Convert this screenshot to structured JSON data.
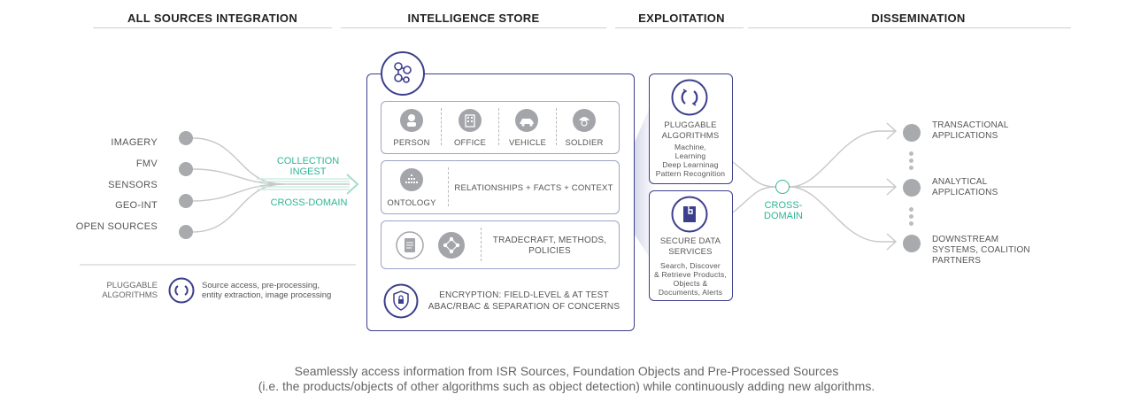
{
  "headers": {
    "sources": "ALL SOURCES INTEGRATION",
    "store": "INTELLIGENCE STORE",
    "exploitation": "EXPLOITATION",
    "dissemination": "DISSEMINATION"
  },
  "sources": [
    "IMAGERY",
    "FMV",
    "SENSORS",
    "GEO-INT",
    "OPEN SOURCES"
  ],
  "ingest": {
    "line1": "COLLECTION",
    "line2": "INGEST",
    "cross": "CROSS-DOMAIN"
  },
  "pluggable_left": {
    "label_line1": "PLUGGABLE",
    "label_line2": "ALGORITHMS",
    "desc_line1": "Source access, pre-processing,",
    "desc_line2": "entity extraction, image processing"
  },
  "store": {
    "entities": [
      "PERSON",
      "OFFICE",
      "VEHICLE",
      "SOLDIER"
    ],
    "ontology": "ONTOLOGY",
    "relationships": "RELATIONSHIPS + FACTS + CONTEXT",
    "tradecraft_line1": "TRADECRAFT, METHODS,",
    "tradecraft_line2": "POLICIES",
    "encryption_line1": "ENCRYPTION: FIELD-LEVEL & AT TEST",
    "encryption_line2": "ABAC/RBAC & SEPARATION OF CONCERNS"
  },
  "exploitation": {
    "algo_title1": "PLUGGABLE",
    "algo_title2": "ALGORITHMS",
    "algo_desc": [
      "Machine,",
      "Learning",
      "Deep Learninag",
      "Pattern Recognition"
    ],
    "data_title1": "SECURE DATA",
    "data_title2": "SERVICES",
    "data_desc": [
      "Search, Discover",
      "& Retrieve Products,",
      "Objects &",
      "Documents, Alerts"
    ]
  },
  "cross_domain_right": {
    "line1": "CROSS-",
    "line2": "DOMAIN"
  },
  "dissemination": [
    {
      "line1": "TRANSACTIONAL",
      "line2": "APPLICATIONS",
      "line3": ""
    },
    {
      "line1": "ANALYTICAL",
      "line2": "APPLICATIONS",
      "line3": ""
    },
    {
      "line1": "DOWNSTREAM",
      "line2": "SYSTEMS, COALITION",
      "line3": "PARTNERS"
    }
  ],
  "caption": {
    "line1": "Seamlessly access information from ISR Sources, Foundation Objects and Pre-Processed Sources",
    "line2": "(i.e. the products/objects of other algorithms such as object detection) while continuously adding new algorithms."
  },
  "colors": {
    "navy": "#3c3f8c",
    "teal": "#2fb597",
    "gray": "#a8aaad"
  },
  "icons": [
    "hub-icon",
    "person-icon",
    "office-icon",
    "vehicle-icon",
    "soldier-icon",
    "ontology-icon",
    "document-icon",
    "network-icon",
    "shield-lock-icon",
    "refresh-icon",
    "flag-icon"
  ]
}
